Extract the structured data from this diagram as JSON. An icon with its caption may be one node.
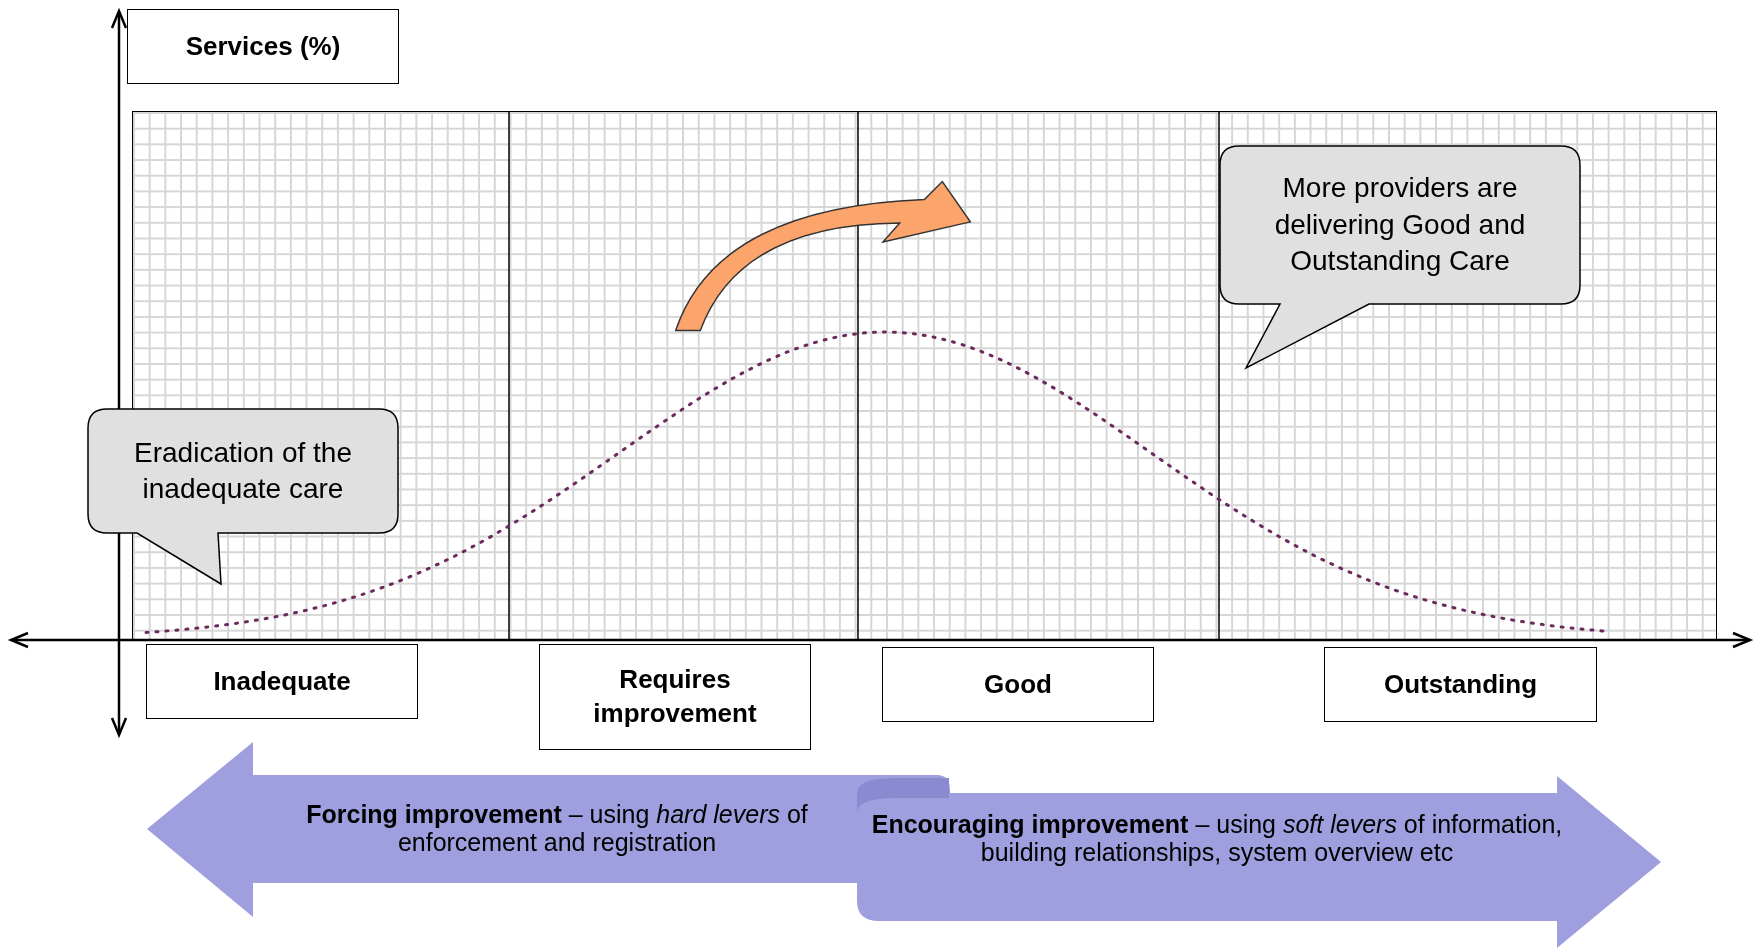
{
  "diagram": {
    "nodes": [
      {
        "text": [
          "Services (%)"
        ]
      },
      {
        "text": [
          "More providers are delivering Good and Outstanding Care"
        ]
      },
      {
        "text": [
          "Eradication of the inadequate care"
        ]
      },
      {
        "text": [
          "Inadequate"
        ]
      },
      {
        "text": [
          "Requires improvement"
        ]
      },
      {
        "text": [
          "Good"
        ]
      },
      {
        "text": [
          "Outstanding"
        ]
      },
      {
        "text": [
          "**Forcing improvement** – using *hard levers* of enforcement and registration"
        ]
      },
      {
        "text": [
          "**Encouraging improvement** – using *soft levers* of information, building relationships, system overview etc"
        ]
      }
    ]
  }
}
